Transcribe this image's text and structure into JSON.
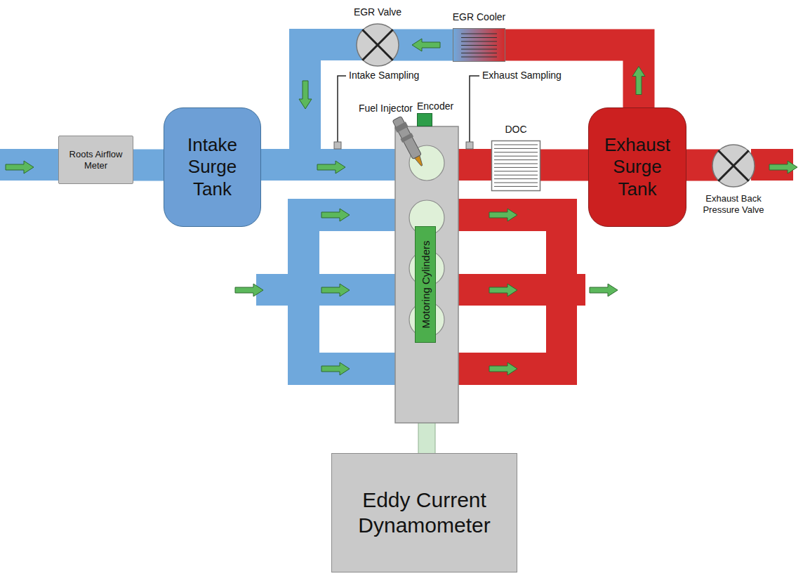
{
  "diagram": {
    "nodes": [
      {
        "text": [
          "Roots Airflow Meter"
        ]
      },
      {
        "text": [
          "Intake Surge Tank"
        ]
      },
      {
        "text": [
          "EGR Valve"
        ]
      },
      {
        "text": [
          "EGR Cooler"
        ]
      },
      {
        "text": [
          "DOC"
        ]
      },
      {
        "text": [
          "Exhaust Surge Tank"
        ]
      },
      {
        "text": [
          "Exhaust Back Pressure Valve"
        ]
      },
      {
        "text": [
          "Encoder"
        ]
      },
      {
        "text": [
          "Motoring Cylinders"
        ]
      },
      {
        "text": [
          "Eddy Current Dynamometer"
        ]
      }
    ],
    "edges": [
      {
        "from": 0,
        "to": 1,
        "arrow": "none"
      },
      {
        "from": 5,
        "to": 3,
        "arrow": "to"
      },
      {
        "from": 3,
        "to": 2,
        "arrow": "to"
      },
      {
        "from": 4,
        "to": 5,
        "arrow": "none"
      },
      {
        "from": 5,
        "to": 6,
        "arrow": "none"
      }
    ],
    "labels": [
      "Intake Sampling",
      "Exhaust Sampling",
      "Fuel Injector"
    ]
  }
}
